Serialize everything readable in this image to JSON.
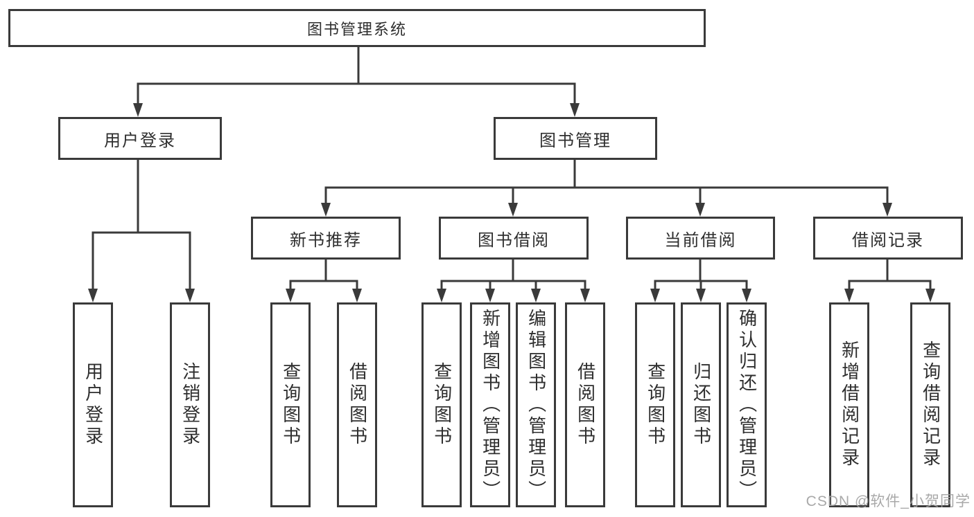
{
  "diagram_type": "hierarchy-tree",
  "tree": {
    "label": "图书管理系统",
    "children": [
      {
        "label": "用户登录",
        "children": [
          {
            "label": "用户登录"
          },
          {
            "label": "注销登录"
          }
        ]
      },
      {
        "label": "图书管理",
        "children": [
          {
            "label": "新书推荐",
            "children": [
              {
                "label": "查询图书"
              },
              {
                "label": "借阅图书"
              }
            ]
          },
          {
            "label": "图书借阅",
            "children": [
              {
                "label": "查询图书"
              },
              {
                "label": "新增图书（管理员）"
              },
              {
                "label": "编辑图书（管理员）"
              },
              {
                "label": "借阅图书"
              }
            ]
          },
          {
            "label": "当前借阅",
            "children": [
              {
                "label": "查询图书"
              },
              {
                "label": "归还图书"
              },
              {
                "label": "确认归还（管理员）"
              }
            ]
          },
          {
            "label": "借阅记录",
            "children": [
              {
                "label": "新增借阅记录"
              },
              {
                "label": "查询借阅记录"
              }
            ]
          }
        ]
      }
    ]
  },
  "watermark": "CSDN @软件_小贺同学",
  "colors": {
    "line": "#3a3a3a",
    "box_border": "#3a3a3a",
    "box_fill": "#ffffff",
    "text": "#2e2e2e",
    "watermark": "#a2a2a2",
    "background": "#ffffff"
  }
}
